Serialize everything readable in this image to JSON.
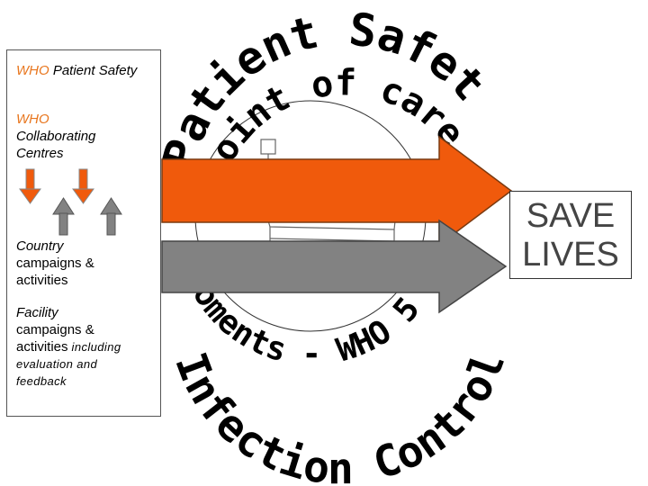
{
  "side_panel": {
    "who_prefix": "WHO",
    "who_patient_safety": " Patient Safety",
    "collab_line1": "WHO",
    "collab_line2": "Collaborating",
    "collab_line3": "Centres",
    "country_line1": "Country",
    "country_line2": "campaigns &",
    "country_line3": "activities",
    "facility_line1": "Facility",
    "facility_line2": "campaigns &",
    "facility_line3": "activities",
    "including": " including",
    "eval_line1": "evaluation and",
    "eval_line2": "feedback"
  },
  "ring_text": {
    "top": "Patient Safety",
    "point_of_care": "point of care -",
    "moments": "moments - WHO 5",
    "infection_control": "Infection Control"
  },
  "save_lives": {
    "line1": "SAVE",
    "line2": "LIVES"
  },
  "colors": {
    "orange_arrow": "#f05a0c",
    "gray_arrow": "#828282",
    "orange_text": "#e8761e",
    "black": "#000000"
  }
}
